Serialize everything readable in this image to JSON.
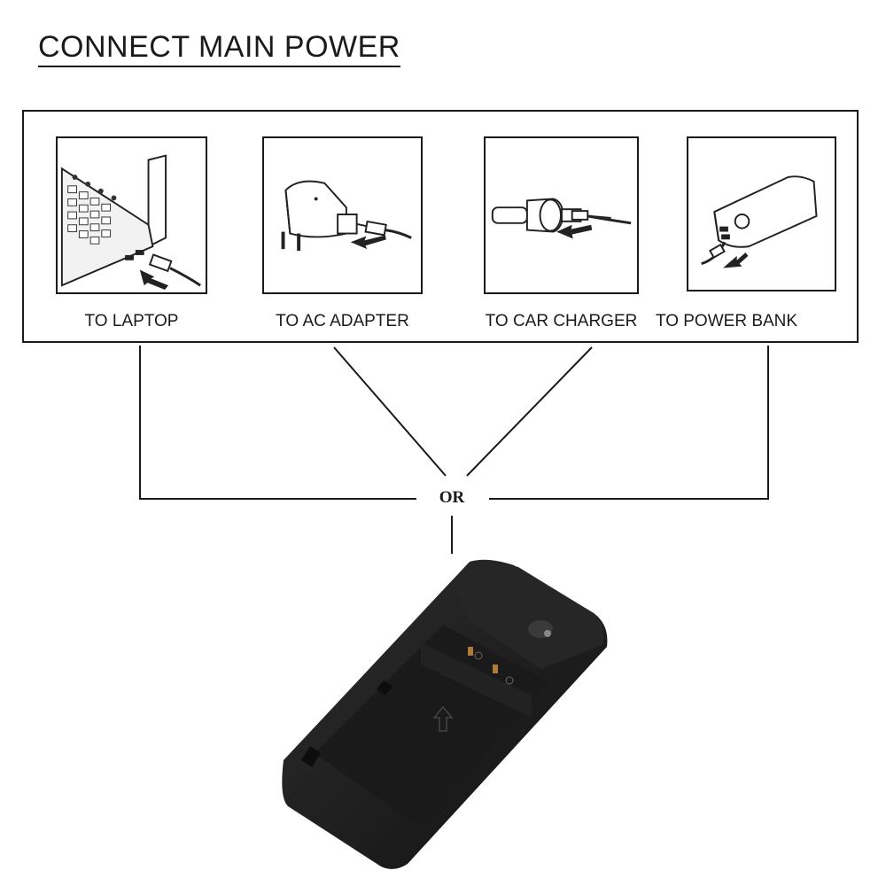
{
  "title": "CONNECT MAIN POWER",
  "options": [
    {
      "label": "TO LAPTOP",
      "icon": "laptop-icon"
    },
    {
      "label": "TO AC ADAPTER",
      "icon": "ac-adapter-icon"
    },
    {
      "label": "TO CAR CHARGER",
      "icon": "car-charger-icon"
    },
    {
      "label": "TO POWER BANK",
      "icon": "power-bank-icon"
    }
  ],
  "connector": "OR",
  "device": "battery-charger-image",
  "colors": {
    "line": "#1a1a1a",
    "charger": "#1c1c1c"
  }
}
